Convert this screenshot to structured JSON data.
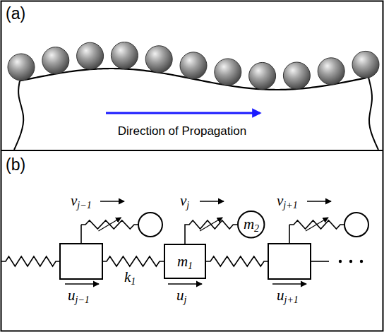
{
  "diagram": {
    "nodes": [
      {
        "text": [
          "m2"
        ]
      },
      {
        "text": [
          "m1"
        ]
      }
    ],
    "edges": [
      {
        "from": 1,
        "to": 0,
        "arrow": "none"
      }
    ],
    "labels": [
      "(a)",
      "Direction of Propagation",
      "(b)",
      "vj−1",
      "vj",
      "vj+1",
      "uj−1",
      "k1",
      "uj",
      "uj+1"
    ]
  }
}
